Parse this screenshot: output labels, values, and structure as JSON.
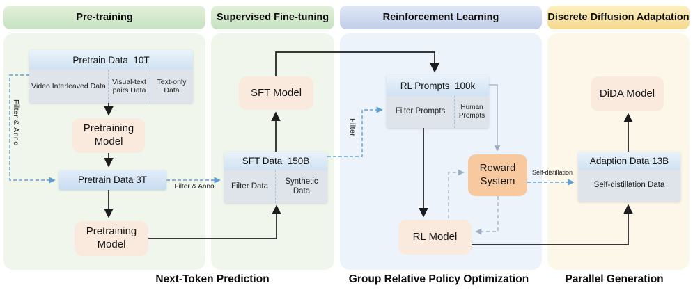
{
  "stages": {
    "pretraining": {
      "header": "Pre-training",
      "pretrain_data_title": "Pretrain Data  10T",
      "pretrain_data_items": [
        "Video Interleaved Data",
        "Visual-text pairs Data",
        "Text-only Data"
      ],
      "model_top": "Pretraining Model",
      "pretrain_data_3t": "Pretrain Data 3T",
      "model_bottom": "Pretraining Model",
      "filter_anno_vertical": "Filter & Anno",
      "filter_anno_horizontal": "Filter & Anno"
    },
    "sft": {
      "header": "Supervised Fine-tuning",
      "model": "SFT Model",
      "data_title": "SFT Data  150B",
      "data_items": [
        "Filter Data",
        "Synthetic Data"
      ],
      "filter_vertical": "Filter"
    },
    "rl": {
      "header": "Reinforcement Learning",
      "prompts_title": "RL Prompts  100k",
      "prompts_items": [
        "Filter Prompts",
        "Human Prompts"
      ],
      "reward_system": "Reward System",
      "model": "RL Model",
      "self_distillation_label": "Self-distillation"
    },
    "dida": {
      "header": "Discrete Diffusion Adaptation",
      "model": "DiDA Model",
      "data_title": "Adaption Data 13B",
      "data_items": [
        "Self-distillation Data"
      ]
    }
  },
  "captions": {
    "next_token": "Next-Token Prediction",
    "grpo": "Group Relative Policy Optimization",
    "parallel": "Parallel Generation"
  },
  "colors": {
    "green_header": "#cde5c4",
    "blue_header": "#ccd8ee",
    "yellow_header": "#f9e2a4",
    "panel_green": "#f0f6eb",
    "panel_blue": "#edf3fa",
    "panel_cream": "#fdf7e9",
    "model_box": "#faeadd",
    "reward_box": "#f8c89f",
    "data_box_header": "#d6e4f3",
    "data_box_cell": "#dee4ea",
    "arrow_black": "#1c1c1c",
    "arrow_blue_dashed": "#5e9fd4",
    "arrow_gray": "#9fadc2"
  }
}
